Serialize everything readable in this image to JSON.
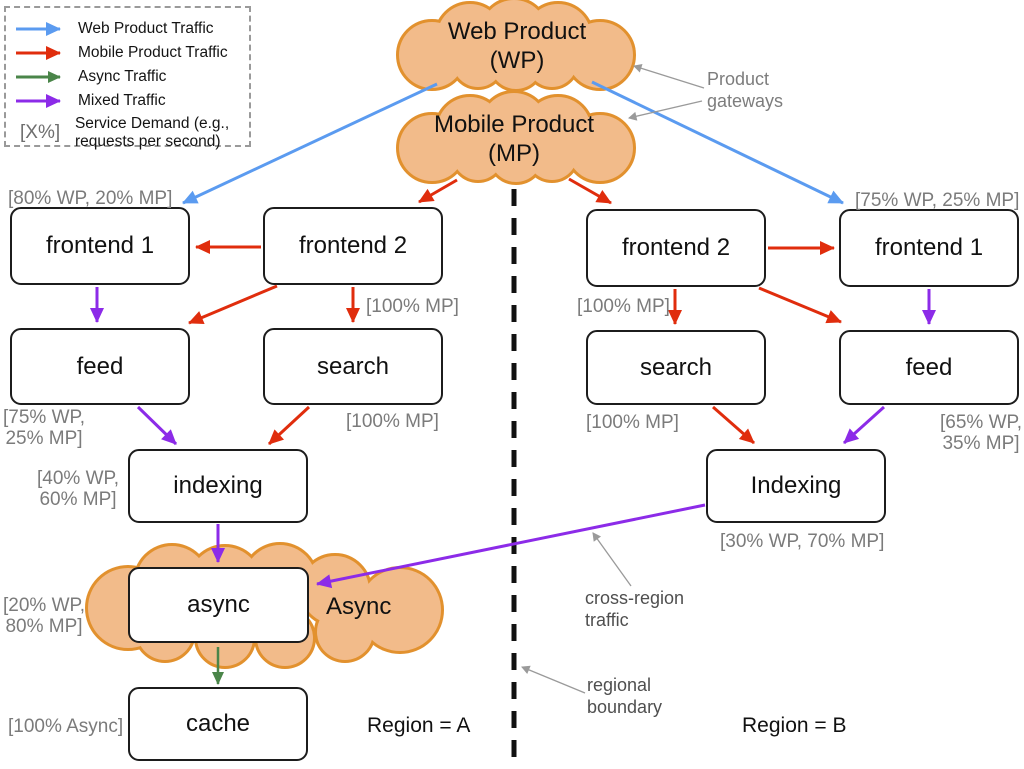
{
  "colors": {
    "web_traffic": "#5B9BF0",
    "mobile_traffic": "#E02D0D",
    "async_traffic": "#4A8549",
    "mixed_traffic": "#8C2BE8",
    "cloud_fill": "#F2BB8A",
    "cloud_border": "#E2912E",
    "demand_label_gray": "#7B7B7B",
    "annotation_gray": "#4F4F4F",
    "boundary_black": "#111111"
  },
  "legend": {
    "items": [
      {
        "key": "web",
        "label": "Web Product Traffic"
      },
      {
        "key": "mobile",
        "label": "Mobile Product Traffic"
      },
      {
        "key": "async",
        "label": "Async Traffic"
      },
      {
        "key": "mixed",
        "label": "Mixed Traffic"
      }
    ],
    "demand_symbol": "[X%]",
    "demand_label": "Service Demand  (e.g., requests per second)"
  },
  "clouds": {
    "web": {
      "line1": "Web Product",
      "line2": "(WP)"
    },
    "mobile": {
      "line1": "Mobile Product",
      "line2": "(MP)"
    },
    "async_label": "Async"
  },
  "annotations": {
    "product_gateways": "Product gateways",
    "cross_region": "cross-region traffic",
    "regional_boundary": "regional boundary"
  },
  "region_a": {
    "caption": "Region = A",
    "nodes": {
      "frontend1": "frontend 1",
      "frontend2": "frontend 2",
      "feed": "feed",
      "search": "search",
      "indexing": "indexing",
      "async": "async",
      "cache": "cache"
    },
    "demands": {
      "frontend1": "[80% WP, 20% MP]",
      "frontend2_to_search": "[100% MP]",
      "feed": "[75% WP, 25% MP]",
      "search": "[100% MP]",
      "indexing": "[40% WP, 60% MP]",
      "async": "[20% WP, 80% MP]",
      "cache": "[100% Async]"
    }
  },
  "region_b": {
    "caption": "Region = B",
    "nodes": {
      "frontend2": "frontend 2",
      "frontend1": "frontend 1",
      "search": "search",
      "feed": "feed",
      "indexing": "Indexing"
    },
    "demands": {
      "frontend1": "[75% WP, 25% MP]",
      "frontend2_to_search": "[100% MP]",
      "search": "[100% MP]",
      "feed": "[65% WP, 35% MP]",
      "indexing": "[30% WP, 70% MP]"
    }
  }
}
